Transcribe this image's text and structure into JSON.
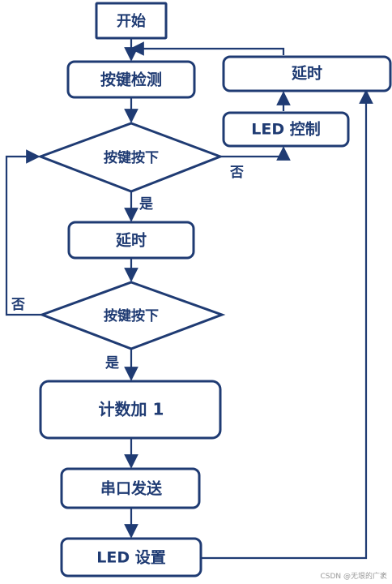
{
  "nodes": {
    "start": "开始",
    "key_detect": "按键检测",
    "key_pressed_1": "按键按下",
    "delay_1": "延时",
    "key_pressed_2": "按键按下",
    "count_plus": "计数加 1",
    "serial_send": "串口发送",
    "led_set": "LED 设置",
    "led_control": "LED 控制",
    "delay_2": "延时"
  },
  "edge_labels": {
    "no_1": "否",
    "yes_1": "是",
    "no_2": "否",
    "yes_2": "是"
  },
  "watermark": "CSDN @无垠的广袤",
  "colors": {
    "stroke": "#1f3b73",
    "text": "#1f3b73",
    "background": "#ffffff"
  }
}
